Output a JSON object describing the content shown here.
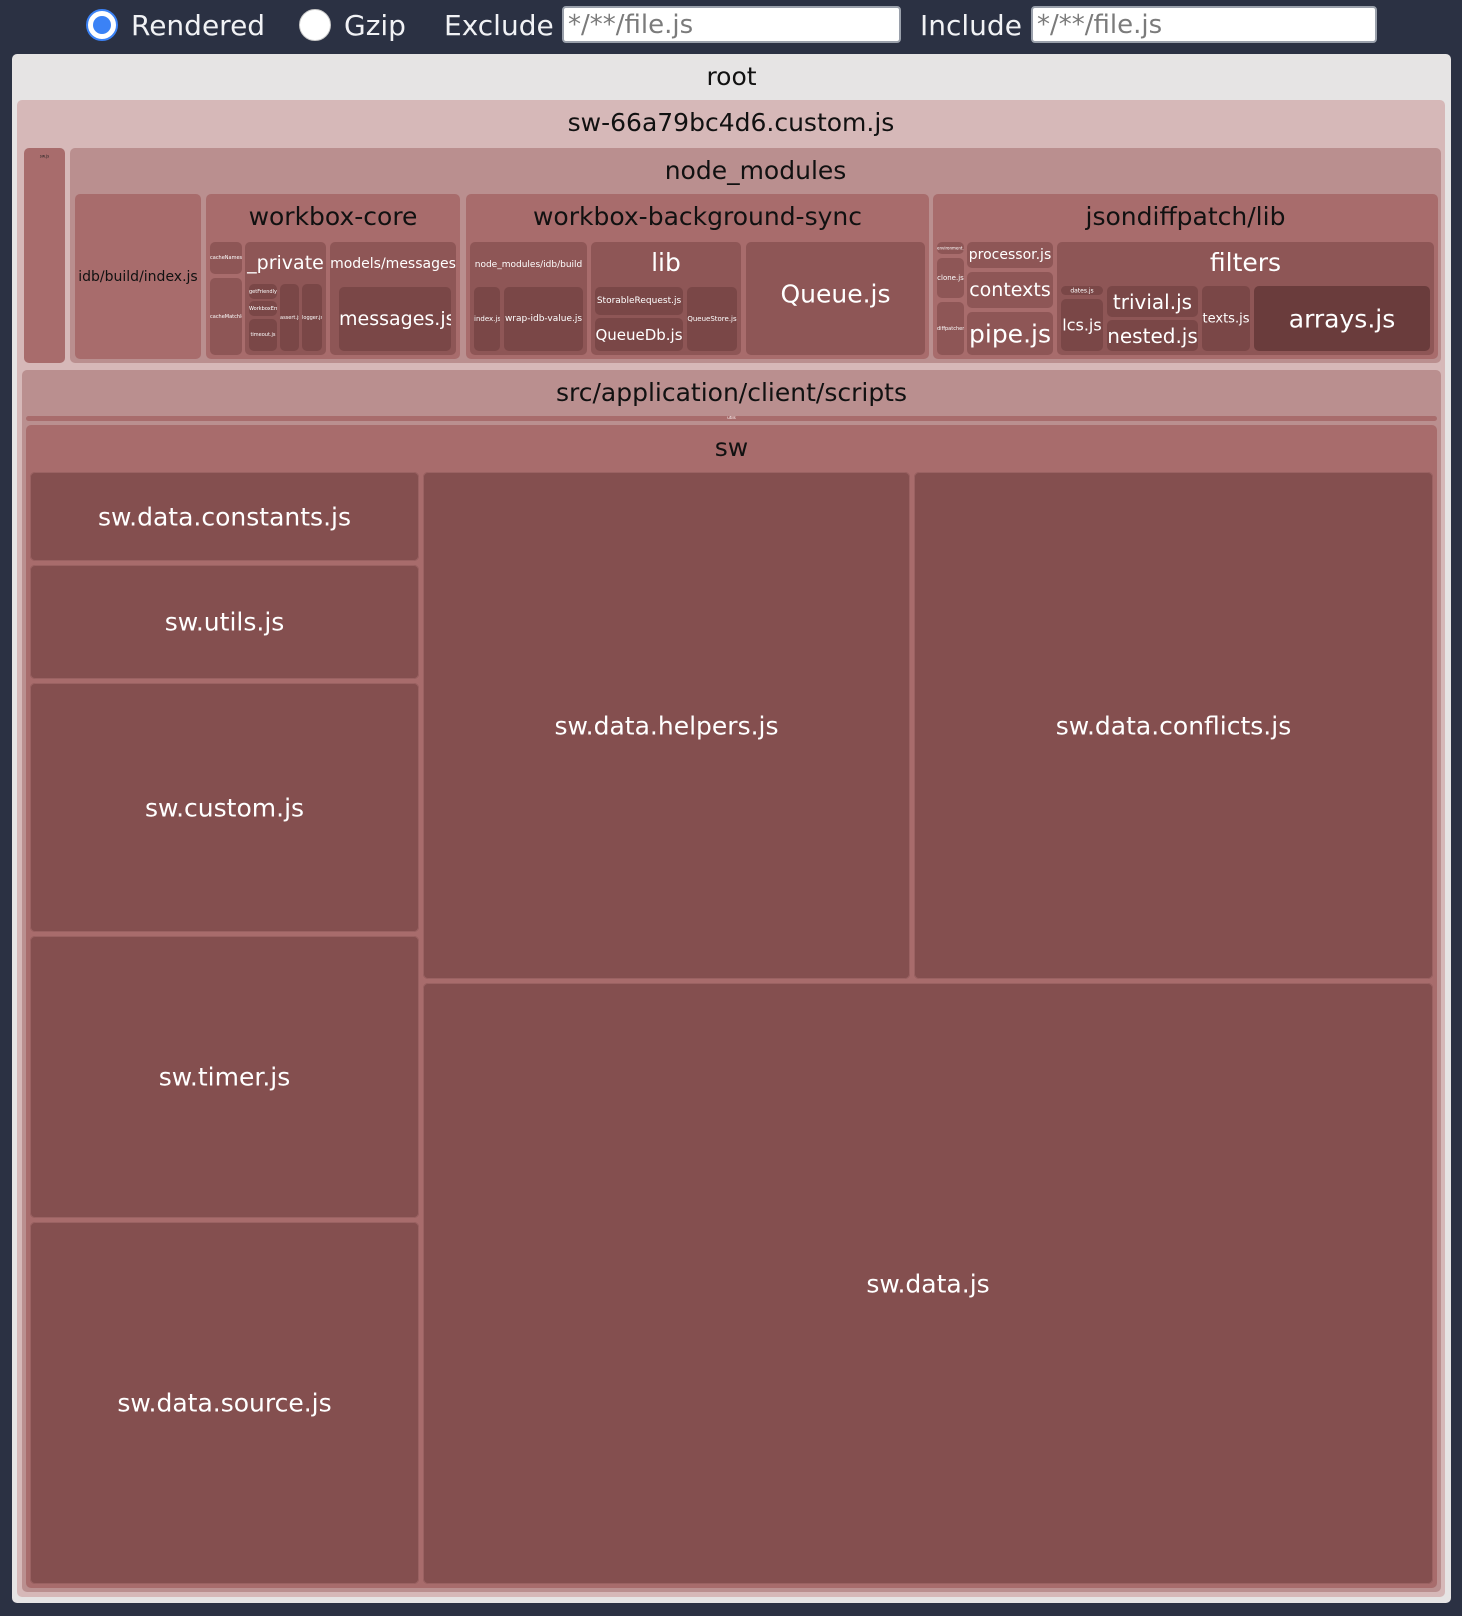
{
  "toolbar": {
    "mode_options": [
      {
        "label": "Rendered",
        "selected": true
      },
      {
        "label": "Gzip",
        "selected": false
      }
    ],
    "exclude_label": "Exclude",
    "exclude_placeholder": "*/**/file.js",
    "include_label": "Include",
    "include_placeholder": "*/**/file.js"
  },
  "colors": {
    "background": "#2b3143",
    "accent": "#3b82f6",
    "root": "#e6e4e4",
    "bundle": "#d6b8b8",
    "module_group": "#ba8f8f",
    "package": "#a86c6c",
    "file": "#844f4f"
  },
  "treemap": {
    "root": "root",
    "bundle": "sw-66a79bc4d6.custom.js",
    "bundle_side_file": "sw.js",
    "node_modules": {
      "label": "node_modules",
      "idb_index": "idb/build/index.js",
      "workbox_core": {
        "label": "workbox-core",
        "small_files": [
          "cacheNames.js",
          "cacheMatchIgnoreParams.js"
        ],
        "private": {
          "label": "_private",
          "files": [
            "getFriendlyURL.js",
            "WorkboxError.js",
            "assert.js",
            "logger.js",
            "timeout.js"
          ]
        },
        "models_messages": {
          "label": "models/messages",
          "file": "messages.js"
        }
      },
      "workbox_background_sync": {
        "label": "workbox-background-sync",
        "idb_build": {
          "label": "node_modules/idb/build",
          "files": [
            "index.js",
            "wrap-idb-value.js"
          ]
        },
        "lib": {
          "label": "lib",
          "files": [
            "StorableRequest.js",
            "QueueDb.js",
            "QueueStore.js"
          ]
        },
        "queue": "Queue.js"
      },
      "jsondiffpatch": {
        "label": "jsondiffpatch/lib",
        "small_files": [
          "environment.js",
          "clone.js",
          "diffpatcher.js"
        ],
        "files": [
          "processor.js",
          "contexts",
          "pipe.js"
        ],
        "filters": {
          "label": "filters",
          "files": [
            "dates.js",
            "lcs.js",
            "trivial.js",
            "nested.js",
            "texts.js",
            "arrays.js"
          ]
        }
      }
    },
    "src": {
      "label": "src/application/client/scripts",
      "thin_label": "utils",
      "sw": {
        "label": "sw",
        "files": [
          "sw.data.constants.js",
          "sw.utils.js",
          "sw.custom.js",
          "sw.timer.js",
          "sw.data.source.js",
          "sw.data.helpers.js",
          "sw.data.conflicts.js",
          "sw.data.js"
        ]
      }
    }
  }
}
